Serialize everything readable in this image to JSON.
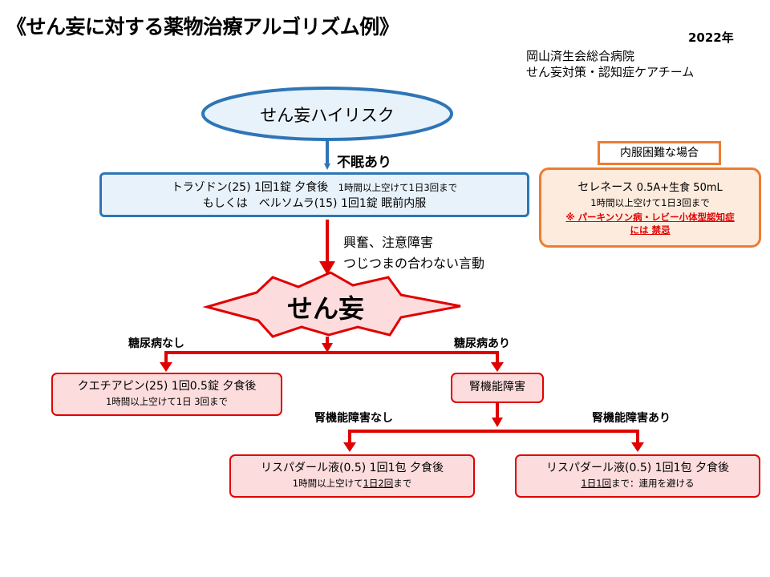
{
  "title": "《せん妄に対する薬物治療アルゴリズム例》",
  "year": "2022年",
  "org": {
    "line1": "岡山済生会総合病院",
    "line2": "せん妄対策・認知症ケアチーム"
  },
  "start": "せん妄ハイリスク",
  "insomnia": "不眠あり",
  "first_line": {
    "line1_main": "トラゾドン(25) 1回1錠 夕食後",
    "line1_note": "1時間以上空けて1日3回まで",
    "line2": "もしくは　ベルソムラ(15) 1回1錠 眠前内服"
  },
  "oral_difficulty": {
    "label": "内服困難な場合",
    "drug_main": "セレネース",
    "drug_dose": "0.5A+生食 50mL",
    "note": "1時間以上空けて1日3回まで",
    "warning_line1": "※ パーキンソン病・レビー小体型認知症",
    "warning_line2": "には 禁忌"
  },
  "symptoms": {
    "line1": "興奮、注意障害",
    "line2": "つじつまの合わない言動"
  },
  "delirium": "せん妄",
  "branch_no_diabetes": "糖尿病なし",
  "branch_diabetes": "糖尿病あり",
  "quetiapine": {
    "line1": "クエチアピン(25) 1回0.5錠 夕食後",
    "line2": "1時間以上空けて1日 3回まで"
  },
  "renal": "腎機能障害",
  "branch_no_renal": "腎機能障害なし",
  "branch_renal": "腎機能障害あり",
  "risperdal_a": {
    "line1": "リスパダール液(0.5) 1回1包 夕食後",
    "line2_pre": "1時間以上空けて",
    "line2_u": "1日2回",
    "line2_post": "まで"
  },
  "risperdal_b": {
    "line1": "リスパダール液(0.5) 1回1包 夕食後",
    "line2_u": "1日1回",
    "line2_post": "まで：連用を避ける"
  },
  "colors": {
    "blue": "#2e75b6",
    "orange": "#ed7d31",
    "red": "#e00000"
  }
}
